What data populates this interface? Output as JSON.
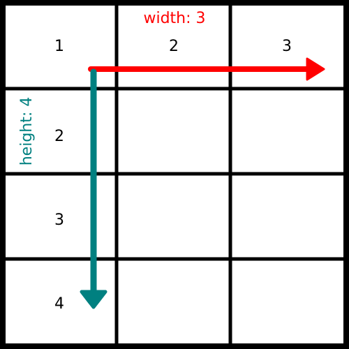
{
  "diagram": {
    "grid": {
      "rows": 4,
      "cols": 3
    },
    "col_numbers": [
      "1",
      "2",
      "3"
    ],
    "row_numbers": [
      "2",
      "3",
      "4"
    ],
    "width_label": "width: 3",
    "height_label": "height: 4",
    "colors": {
      "grid": "#000000",
      "width_arrow": "#ff0000",
      "height_arrow": "#008080",
      "background": "#ffffff"
    }
  }
}
